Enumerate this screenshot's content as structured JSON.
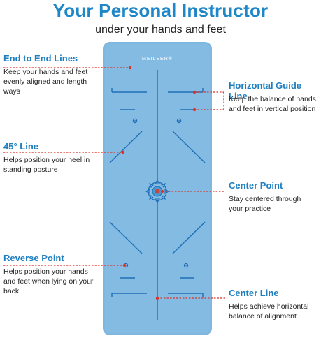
{
  "header": {
    "title": "Your Personal Instructor",
    "subtitle": "under your hands and feet"
  },
  "mat": {
    "brand": "MEILEER®",
    "color": "#7fb7df",
    "line_color": "#1f6fb8"
  },
  "callouts": {
    "end_to_end": {
      "title": "End to End Lines",
      "desc": "Keep your hands and feet evenly aligned and length ways"
    },
    "forty_five": {
      "title": "45° Line",
      "desc": "Helps  position your heel in standing posture"
    },
    "reverse_point": {
      "title": "Reverse Point",
      "desc": "Helps position your hands and feet when lying on your back"
    },
    "horizontal_guide": {
      "title": "Horizontal Guide Line",
      "desc": "Keep the balance of hands and feet in vertical position"
    },
    "center_point": {
      "title": "Center Point",
      "desc": "Stay centered through your practice"
    },
    "center_line": {
      "title": "Center Line",
      "desc": "Helps achieve horizontal balance of alignment"
    }
  },
  "colors": {
    "accent": "#1e87c8",
    "leader": "#d9332b"
  }
}
